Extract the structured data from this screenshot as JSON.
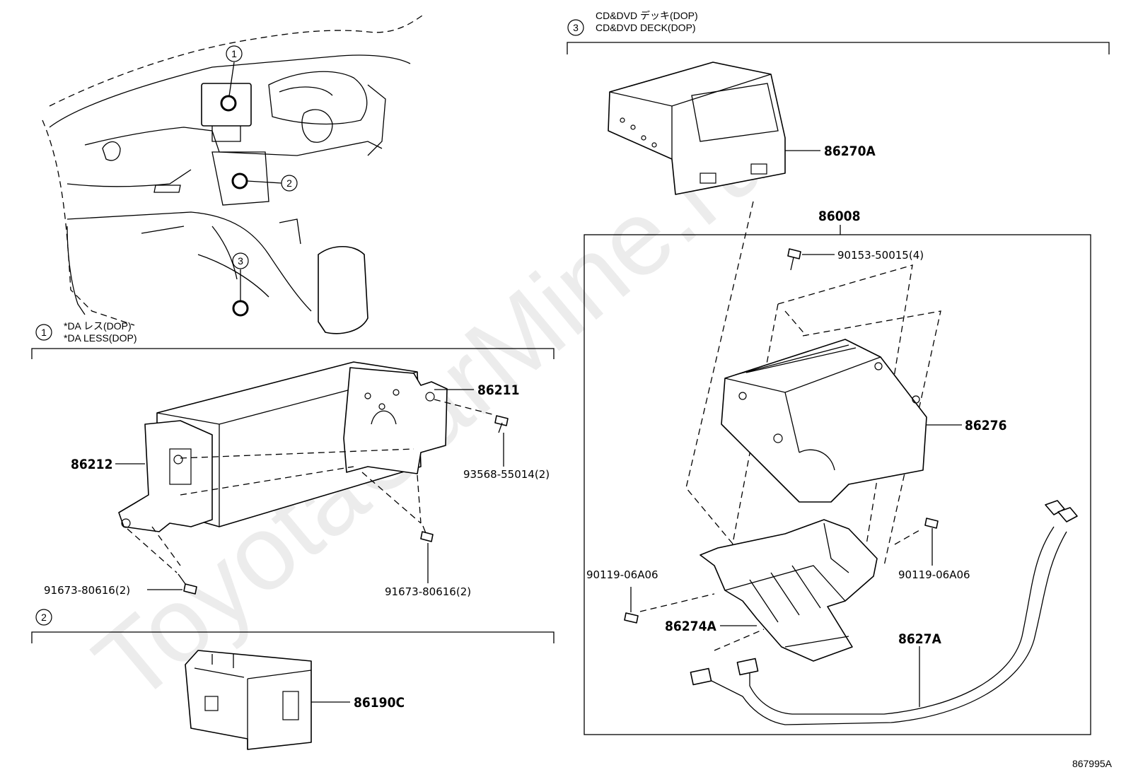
{
  "watermark": "ToyotaCarMine.ru",
  "diagram_code": "867995A",
  "overview": {
    "markers": [
      "1",
      "2",
      "3"
    ]
  },
  "section1": {
    "number": "1",
    "header_jp": "*DA レス(DOP)",
    "header_en": "*DA LESS(DOP)",
    "parts": {
      "p86211": "86211",
      "p86212": "86212",
      "screw_a": "93568-55014(2)",
      "screw_b": "91673-80616(2)",
      "screw_c": "91673-80616(2)"
    }
  },
  "section2": {
    "number": "2",
    "parts": {
      "p86190c": "86190C"
    }
  },
  "section3": {
    "number": "3",
    "header_jp": "CD&DVD デッキ(DOP)",
    "header_en": "CD&DVD DECK(DOP)",
    "parts": {
      "p86270a": "86270A",
      "p86008": "86008",
      "screw_top": "90153-50015(4)",
      "p86276": "86276",
      "screw_l": "90119-06A06",
      "screw_r": "90119-06A06",
      "p86274a": "86274A",
      "p8627a": "8627A"
    }
  }
}
